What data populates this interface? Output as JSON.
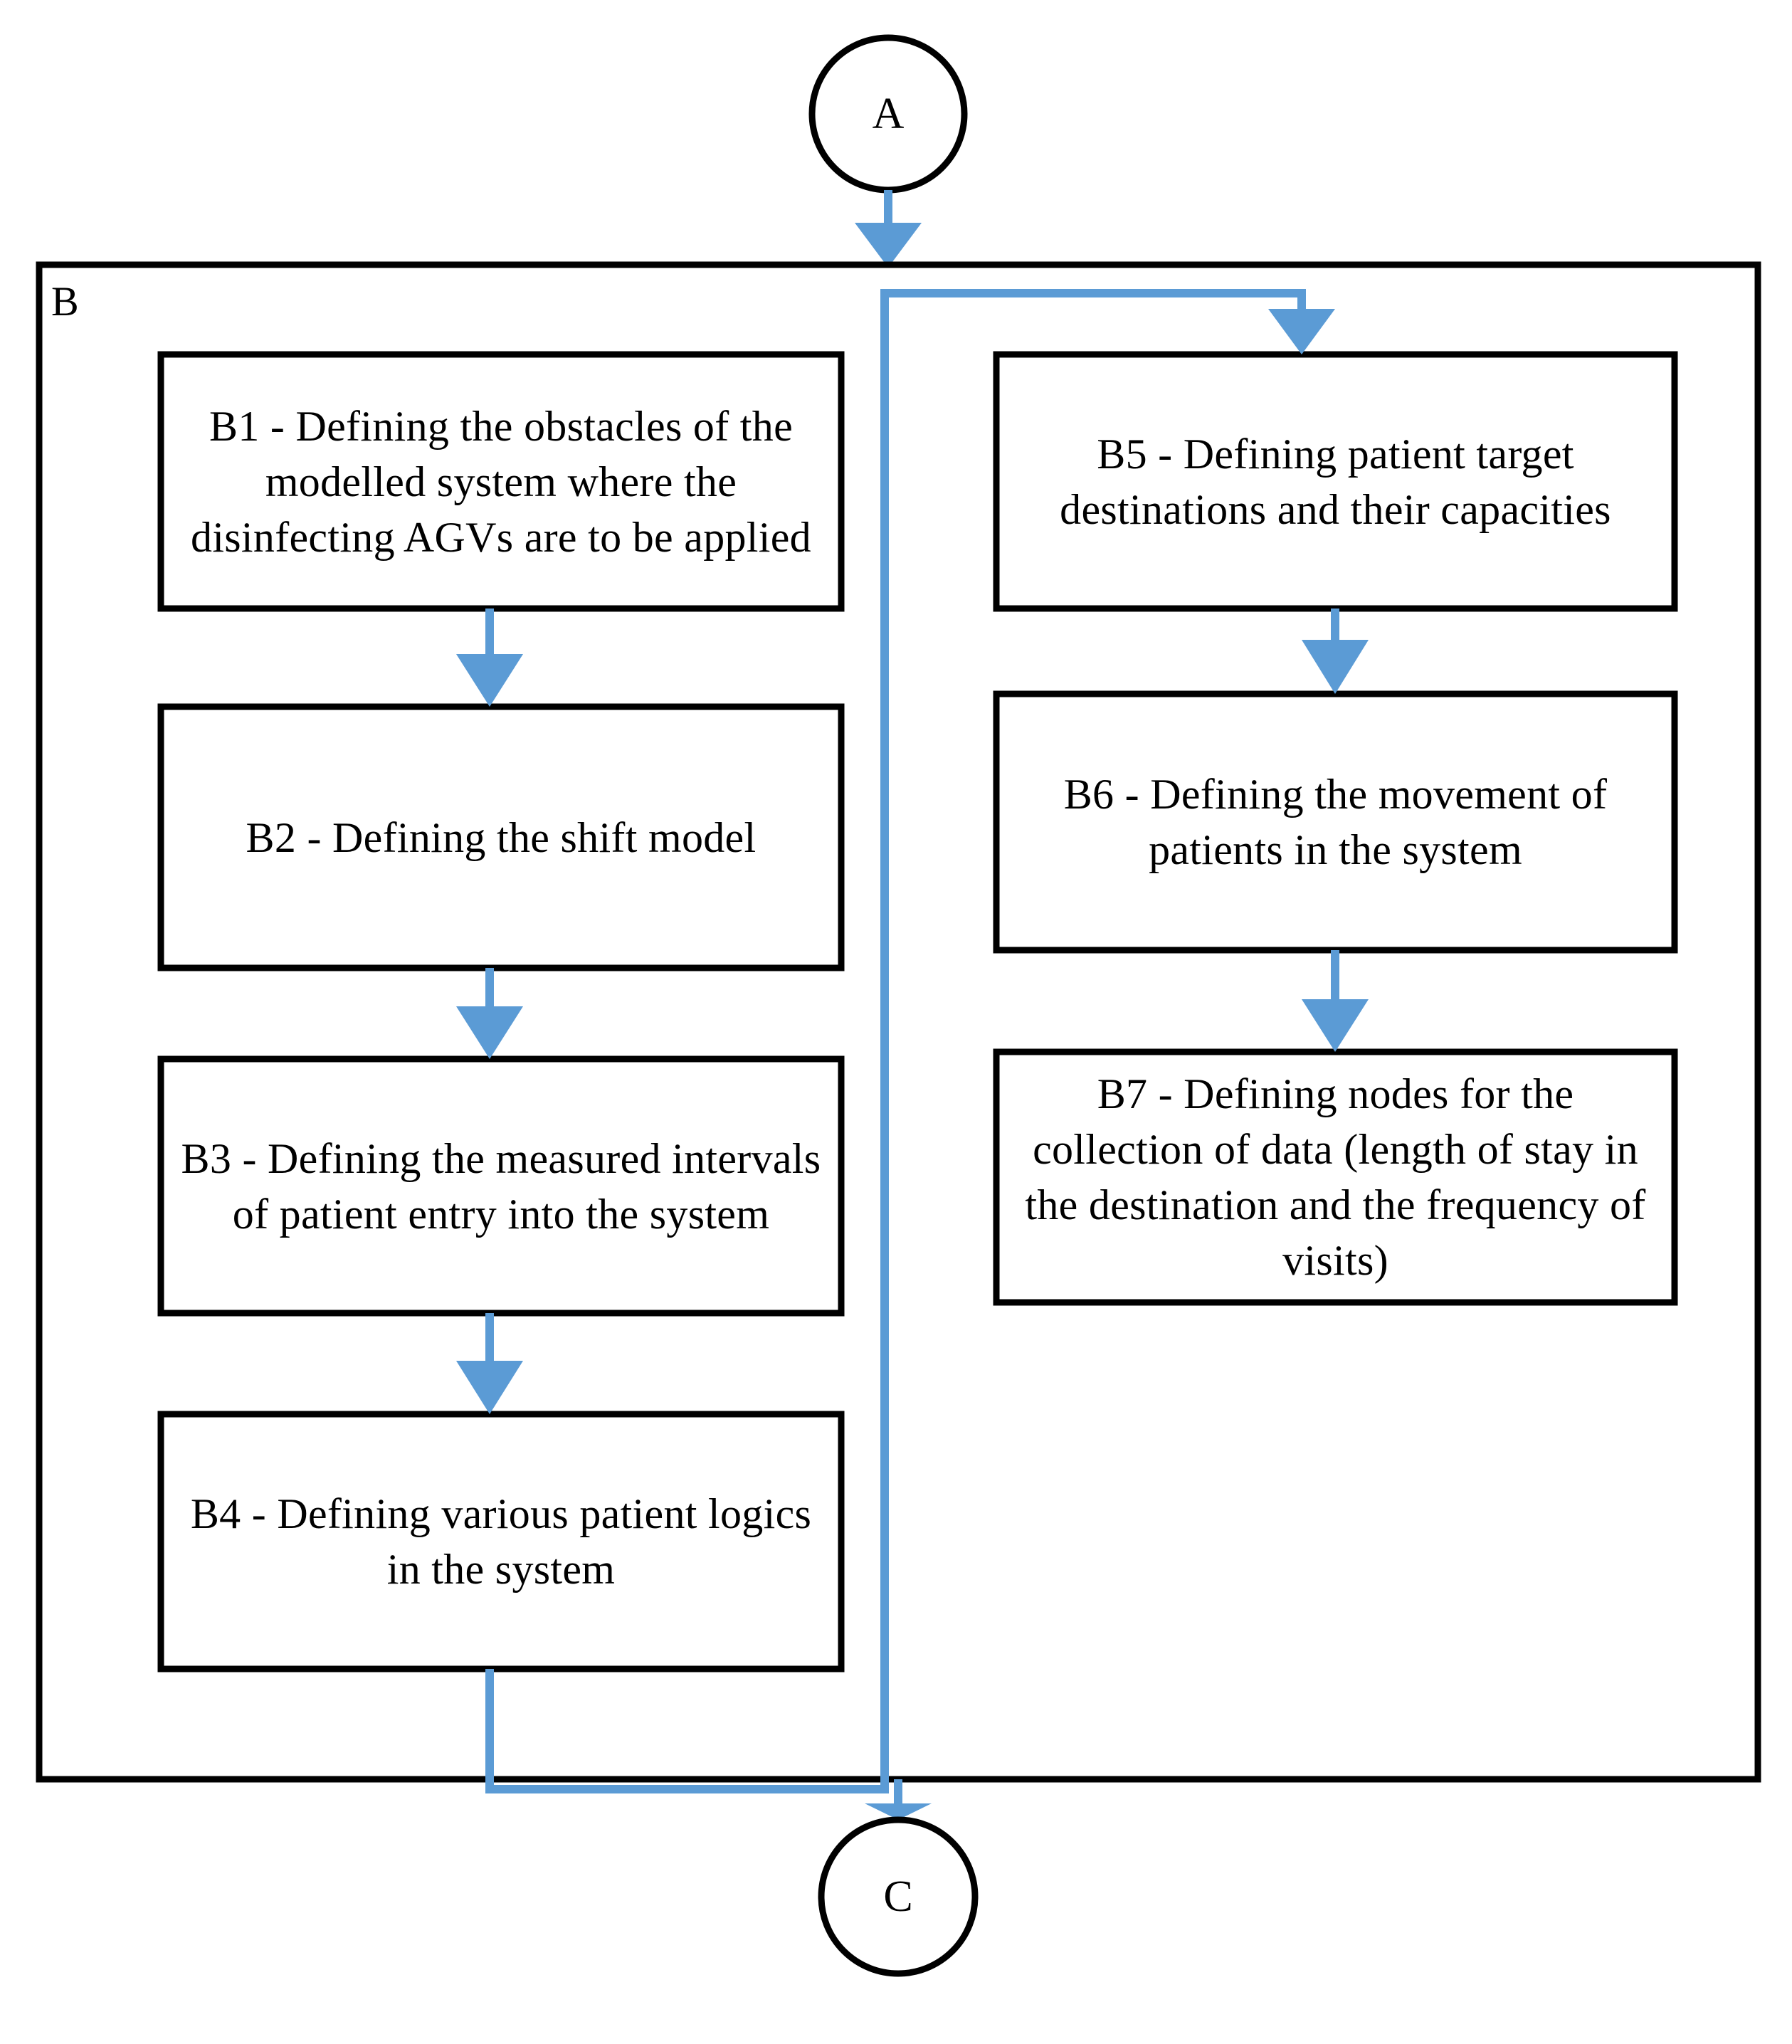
{
  "diagram": {
    "title": "Phase B - Model definition flowchart",
    "accent_color": "#5B9BD5",
    "line_color": "#000000",
    "background_color": "#FFFFFF"
  },
  "terminals": {
    "entry": {
      "label": "A",
      "shape": "circle"
    },
    "exit": {
      "label": "C",
      "shape": "circle"
    }
  },
  "group": {
    "label": "B"
  },
  "nodes": {
    "b1": {
      "id": "B1",
      "text": "B1 - Defining the obstacles of the modelled system where the disinfecting AGVs are to be applied"
    },
    "b2": {
      "id": "B2",
      "text": "B2 - Defining the shift model"
    },
    "b3": {
      "id": "B3",
      "text": "B3 - Defining the measured intervals of patient entry into the system"
    },
    "b4": {
      "id": "B4",
      "text": "B4 - Defining various patient logics in the system"
    },
    "b5": {
      "id": "B5",
      "text": "B5 - Defining patient target destinations and their capacities"
    },
    "b6": {
      "id": "B6",
      "text": "B6 - Defining the movement of patients in the system"
    },
    "b7": {
      "id": "B7",
      "text": "B7 - Defining nodes for the collection of data (length of stay in the destination and the frequency of visits)"
    }
  },
  "edges": [
    {
      "from": "A",
      "to": "B",
      "style": "arrow-down"
    },
    {
      "from": "B1",
      "to": "B2",
      "style": "arrow-down"
    },
    {
      "from": "B2",
      "to": "B3",
      "style": "arrow-down"
    },
    {
      "from": "B3",
      "to": "B4",
      "style": "arrow-down"
    },
    {
      "from": "B4",
      "to": "B5",
      "style": "elbow-up-right-down"
    },
    {
      "from": "B5",
      "to": "B6",
      "style": "arrow-down"
    },
    {
      "from": "B6",
      "to": "B7",
      "style": "arrow-down"
    },
    {
      "from": "B",
      "to": "C",
      "style": "arrow-down"
    }
  ]
}
